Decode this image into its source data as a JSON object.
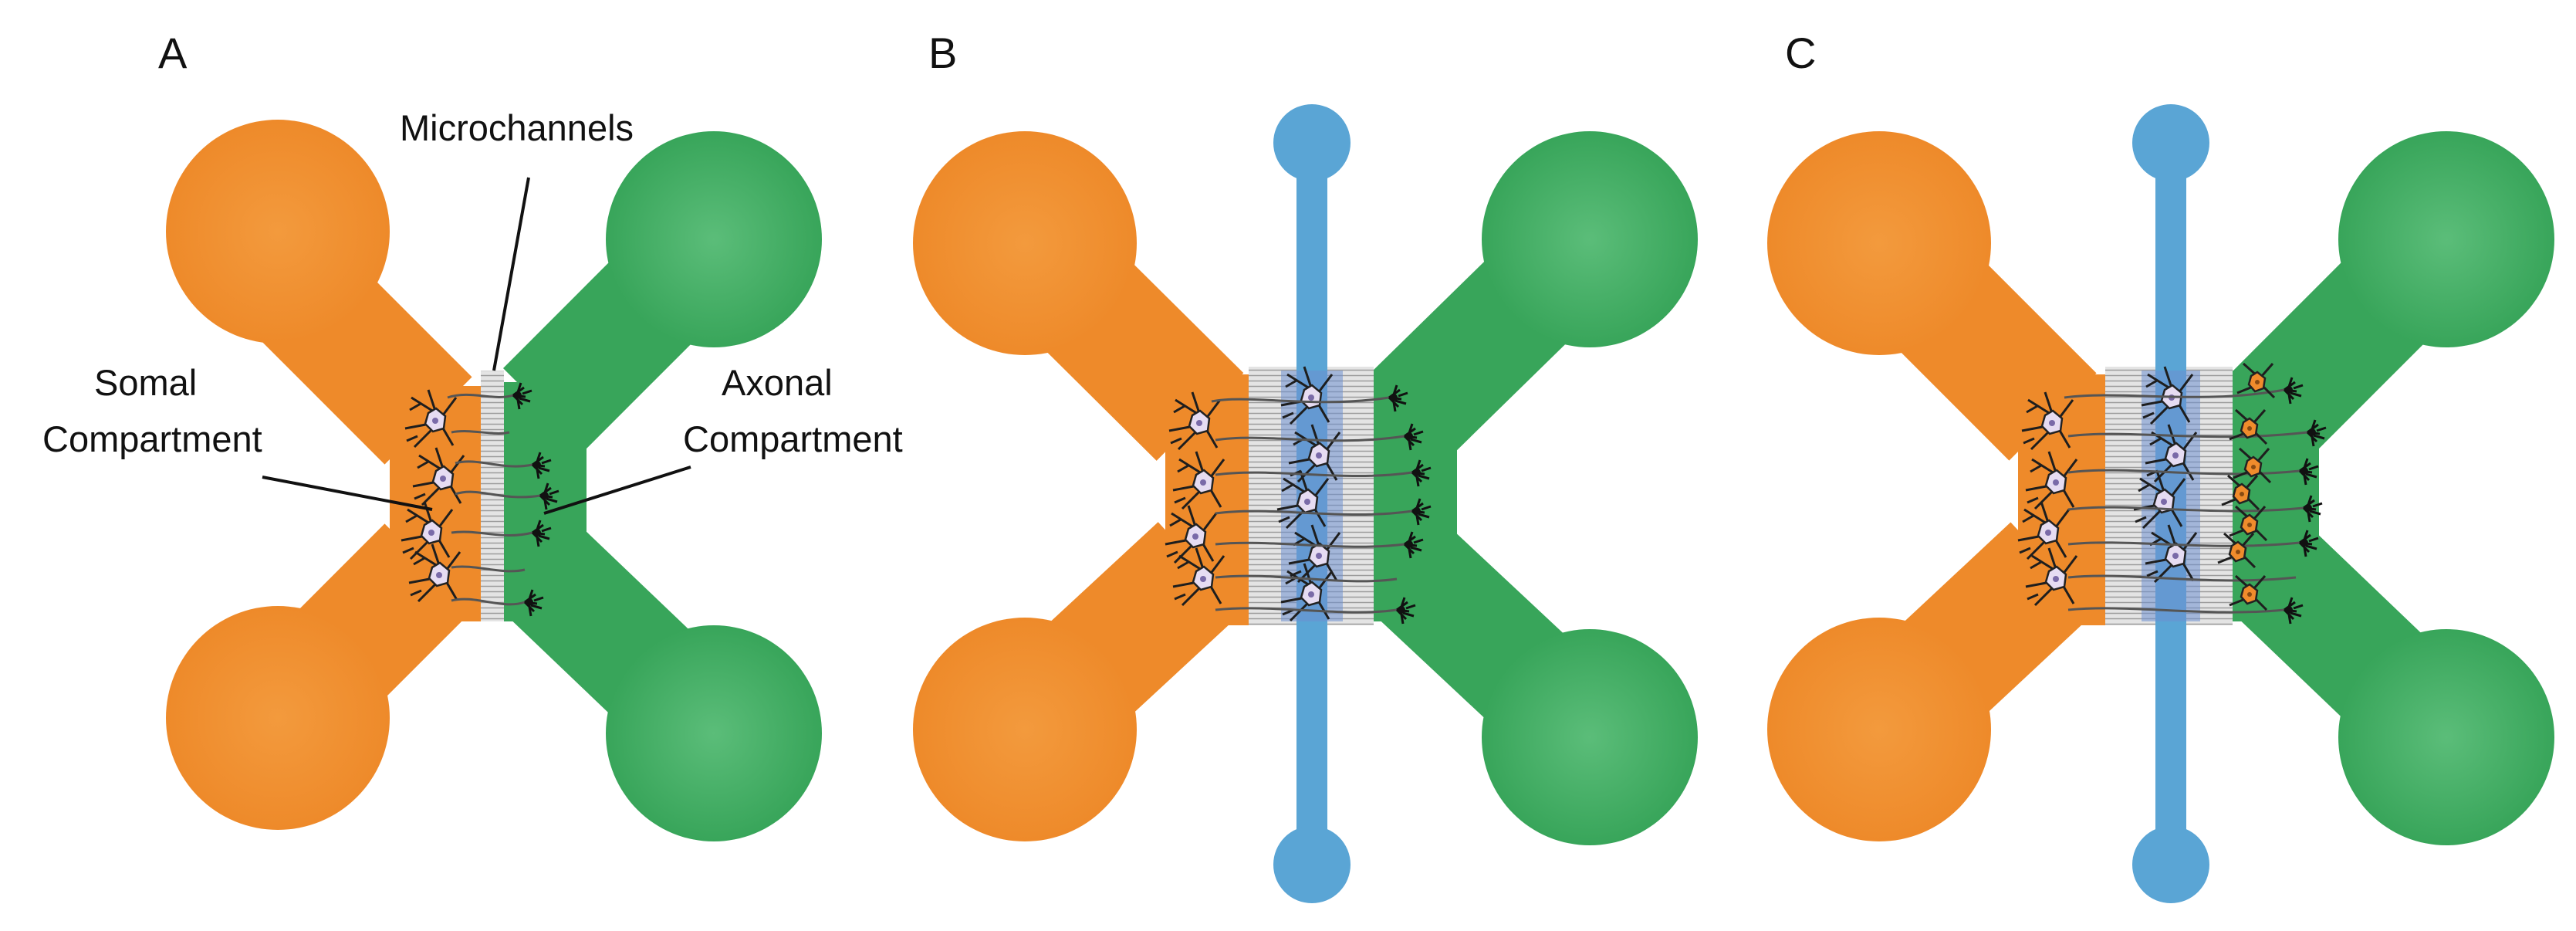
{
  "figure": {
    "panels": [
      {
        "letter": "A",
        "has_perfusion_channel": false,
        "axonal_cells": false
      },
      {
        "letter": "B",
        "has_perfusion_channel": true,
        "axonal_cells": false
      },
      {
        "letter": "C",
        "has_perfusion_channel": true,
        "axonal_cells": true
      }
    ],
    "labels": {
      "microchannels": "Microchannels",
      "somal_line1": "Somal",
      "somal_line2": "Compartment",
      "axonal_line1": "Axonal",
      "axonal_line2": "Compartment"
    },
    "colors": {
      "somal": "#f08c2c",
      "axonal": "#3aa55a",
      "perfusion": "#5aa5d5",
      "microchannel": "#d8d8d8",
      "neuron_soma": "#e6dcf2",
      "axonal_soma": "#f08c2c"
    },
    "icons": {
      "neuron": "neuron-icon",
      "reservoir": "well-circle"
    }
  }
}
